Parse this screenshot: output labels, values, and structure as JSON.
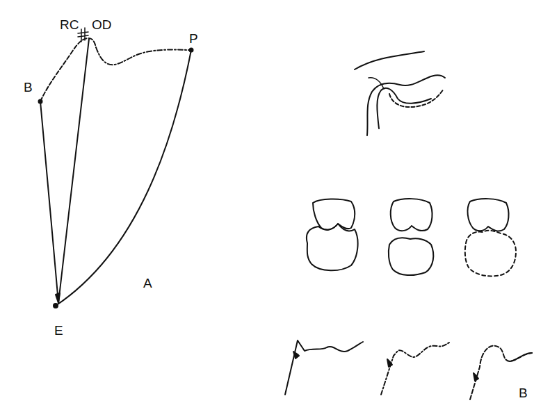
{
  "diagram": {
    "labels": [
      "RC",
      "OD",
      "B",
      "P",
      "E",
      "A",
      "B"
    ]
  }
}
